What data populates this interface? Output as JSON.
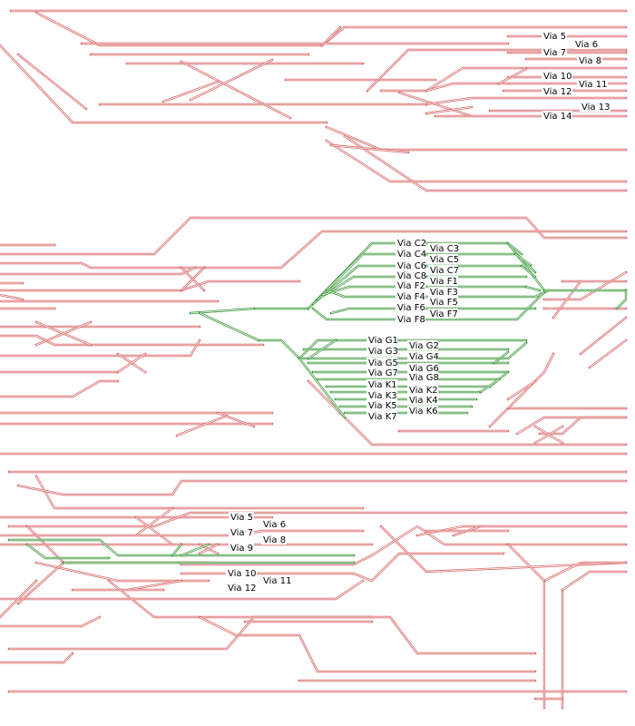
{
  "colors": {
    "free_track": "#d96a6a",
    "routed_track": "#3f9a3f",
    "background": "#ffffff",
    "label_text": "#000000"
  },
  "station_north": {
    "tracks": [
      {
        "label": "Via 5"
      },
      {
        "label": "Via 6"
      },
      {
        "label": "Via 7"
      },
      {
        "label": "Via 8"
      },
      {
        "label": "Via 10"
      },
      {
        "label": "Via 11"
      },
      {
        "label": "Via 12"
      },
      {
        "label": "Via 13"
      },
      {
        "label": "Via 14"
      }
    ]
  },
  "yard_middle": {
    "tracks": [
      {
        "label": "Via C2"
      },
      {
        "label": "Via C3"
      },
      {
        "label": "Via C4"
      },
      {
        "label": "Via C5"
      },
      {
        "label": "Via C6"
      },
      {
        "label": "Via C7"
      },
      {
        "label": "Via C8"
      },
      {
        "label": "Via F1"
      },
      {
        "label": "Via F2"
      },
      {
        "label": "Via F3"
      },
      {
        "label": "Via F4"
      },
      {
        "label": "Via F5"
      },
      {
        "label": "Via F6"
      },
      {
        "label": "Via F7"
      },
      {
        "label": "Via F8"
      },
      {
        "label": "Via G1"
      },
      {
        "label": "Via G2"
      },
      {
        "label": "Via G3"
      },
      {
        "label": "Via G4"
      },
      {
        "label": "Via G5"
      },
      {
        "label": "Via G6"
      },
      {
        "label": "Via G7"
      },
      {
        "label": "Via G8"
      },
      {
        "label": "Via K1"
      },
      {
        "label": "Via K2"
      },
      {
        "label": "Via K3"
      },
      {
        "label": "Via K4"
      },
      {
        "label": "Via K5"
      },
      {
        "label": "Via K6"
      },
      {
        "label": "Via K7"
      }
    ]
  },
  "station_south": {
    "tracks": [
      {
        "label": "Via 5"
      },
      {
        "label": "Via 6"
      },
      {
        "label": "Via 7"
      },
      {
        "label": "Via 8"
      },
      {
        "label": "Via 9"
      },
      {
        "label": "Via 10"
      },
      {
        "label": "Via 11"
      },
      {
        "label": "Via 12"
      }
    ]
  }
}
